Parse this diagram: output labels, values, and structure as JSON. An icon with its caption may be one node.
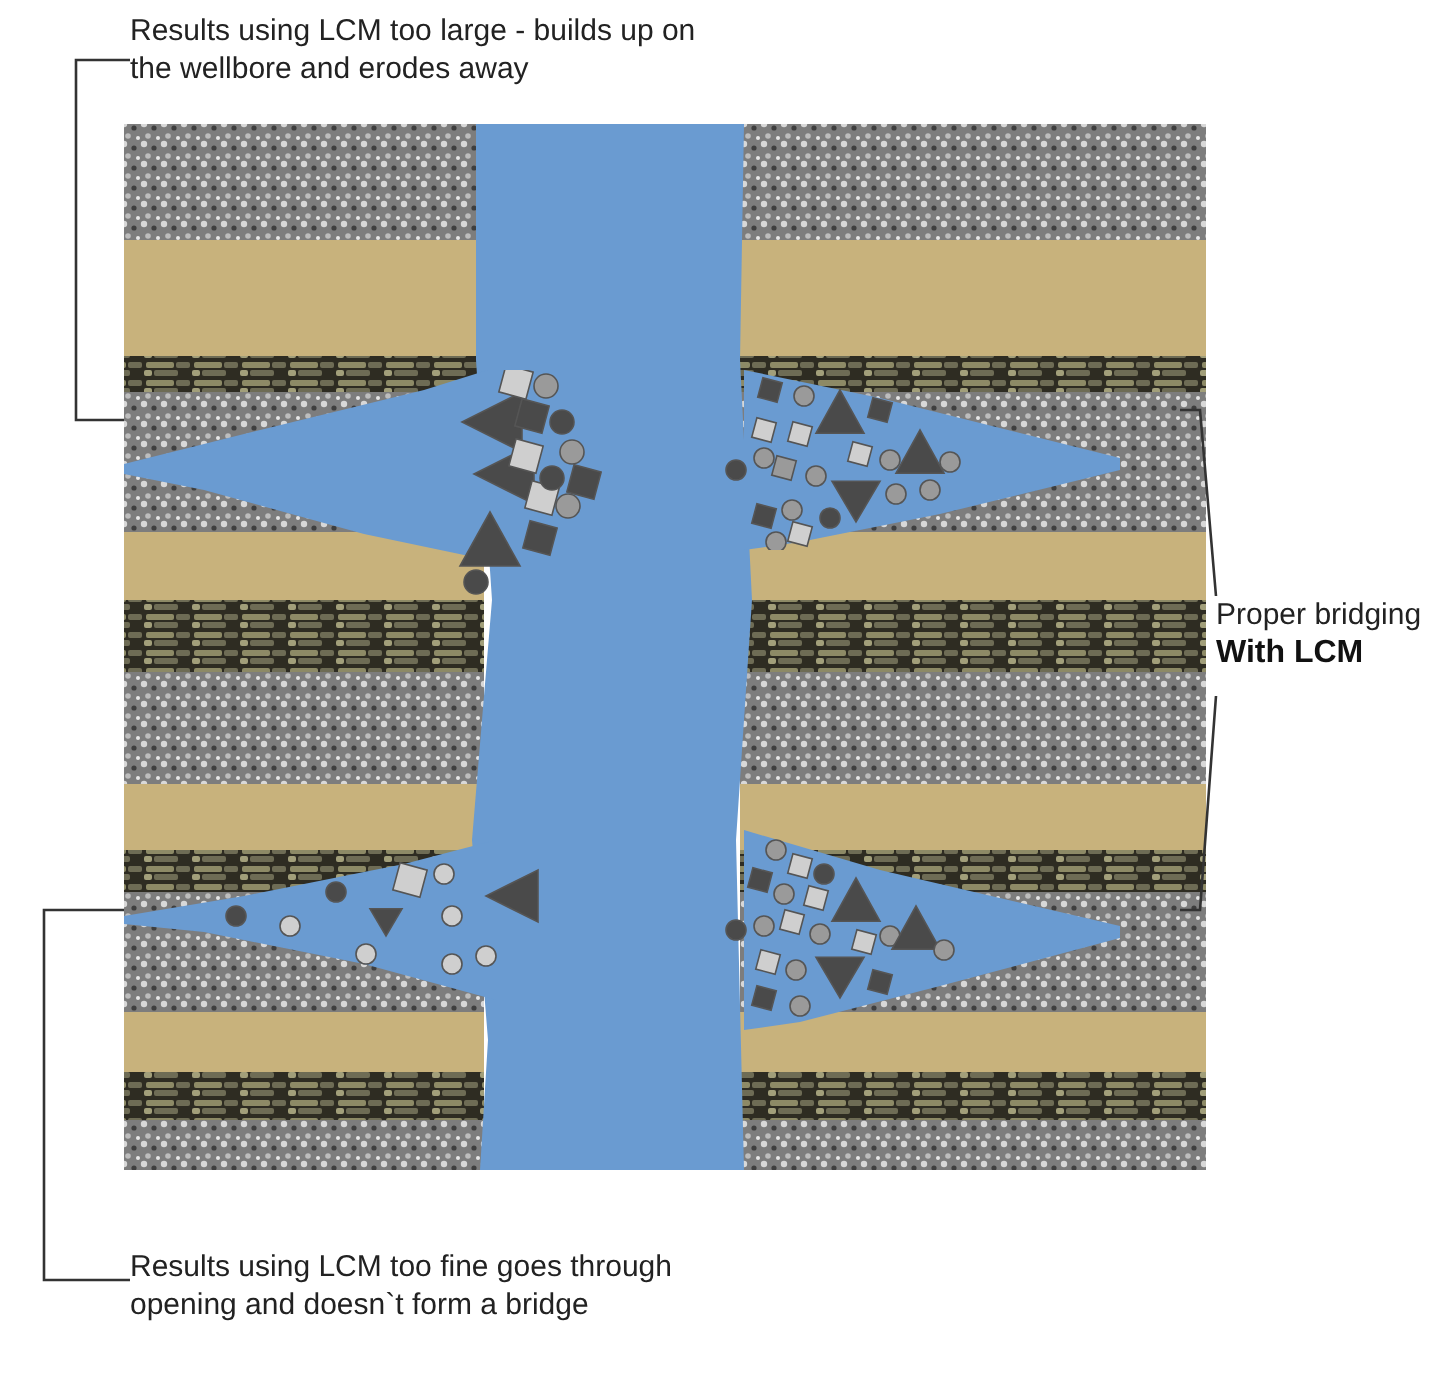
{
  "diagram": {
    "nodes": [
      {
        "text": [
          "Results using LCM too large - builds up on the wellbore and erodes away"
        ]
      },
      {
        "text": [
          "Proper bridging",
          "With LCM"
        ]
      },
      {
        "text": [
          "Results using LCM too fine goes through opening and doesn`t form a bridge"
        ]
      },
      {
        "text": [],
        "shape": "picture"
      },
      {
        "text": [],
        "shape": "picture"
      },
      {
        "text": [],
        "shape": "picture"
      },
      {
        "text": [],
        "shape": "picture"
      }
    ],
    "edges": [
      {
        "from": 0,
        "to": 3,
        "arrow": "none"
      },
      {
        "from": 1,
        "to": 4,
        "arrow": "none"
      },
      {
        "from": 1,
        "to": 5,
        "arrow": "none"
      },
      {
        "from": 2,
        "to": 6,
        "arrow": "none"
      }
    ]
  }
}
